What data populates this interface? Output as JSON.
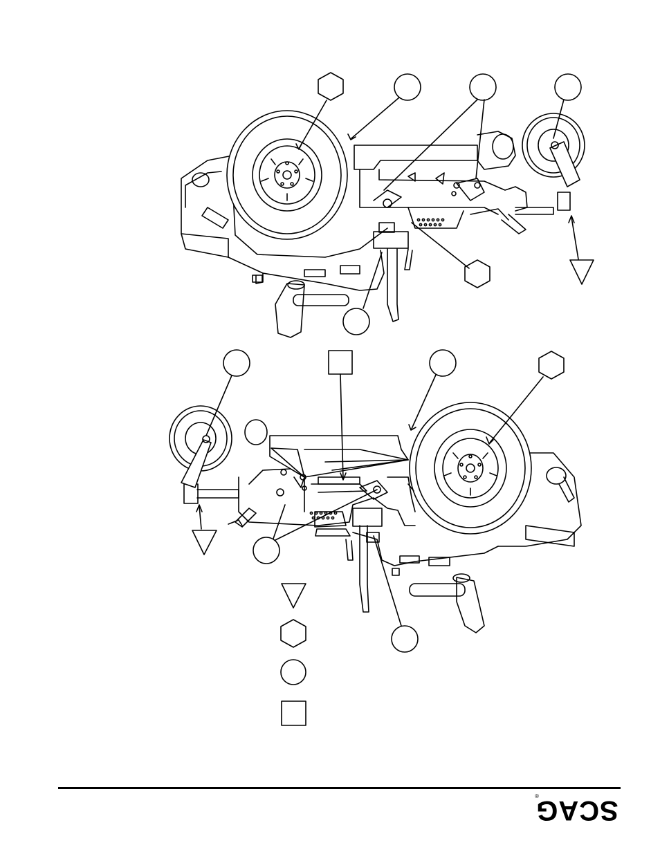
{
  "brand": {
    "logo_text": "SCAG",
    "reg_mark": "®",
    "color": "#000000"
  },
  "figure": {
    "line_color": "#000000",
    "fill_color": "#ffffff",
    "views": [
      "top-view-mower",
      "bottom-view-mower"
    ],
    "callout_shapes": [
      "triangle",
      "hexagon",
      "circle",
      "square"
    ]
  },
  "legend": {
    "items": [
      {
        "shape": "triangle"
      },
      {
        "shape": "hexagon"
      },
      {
        "shape": "circle"
      },
      {
        "shape": "square"
      }
    ]
  }
}
